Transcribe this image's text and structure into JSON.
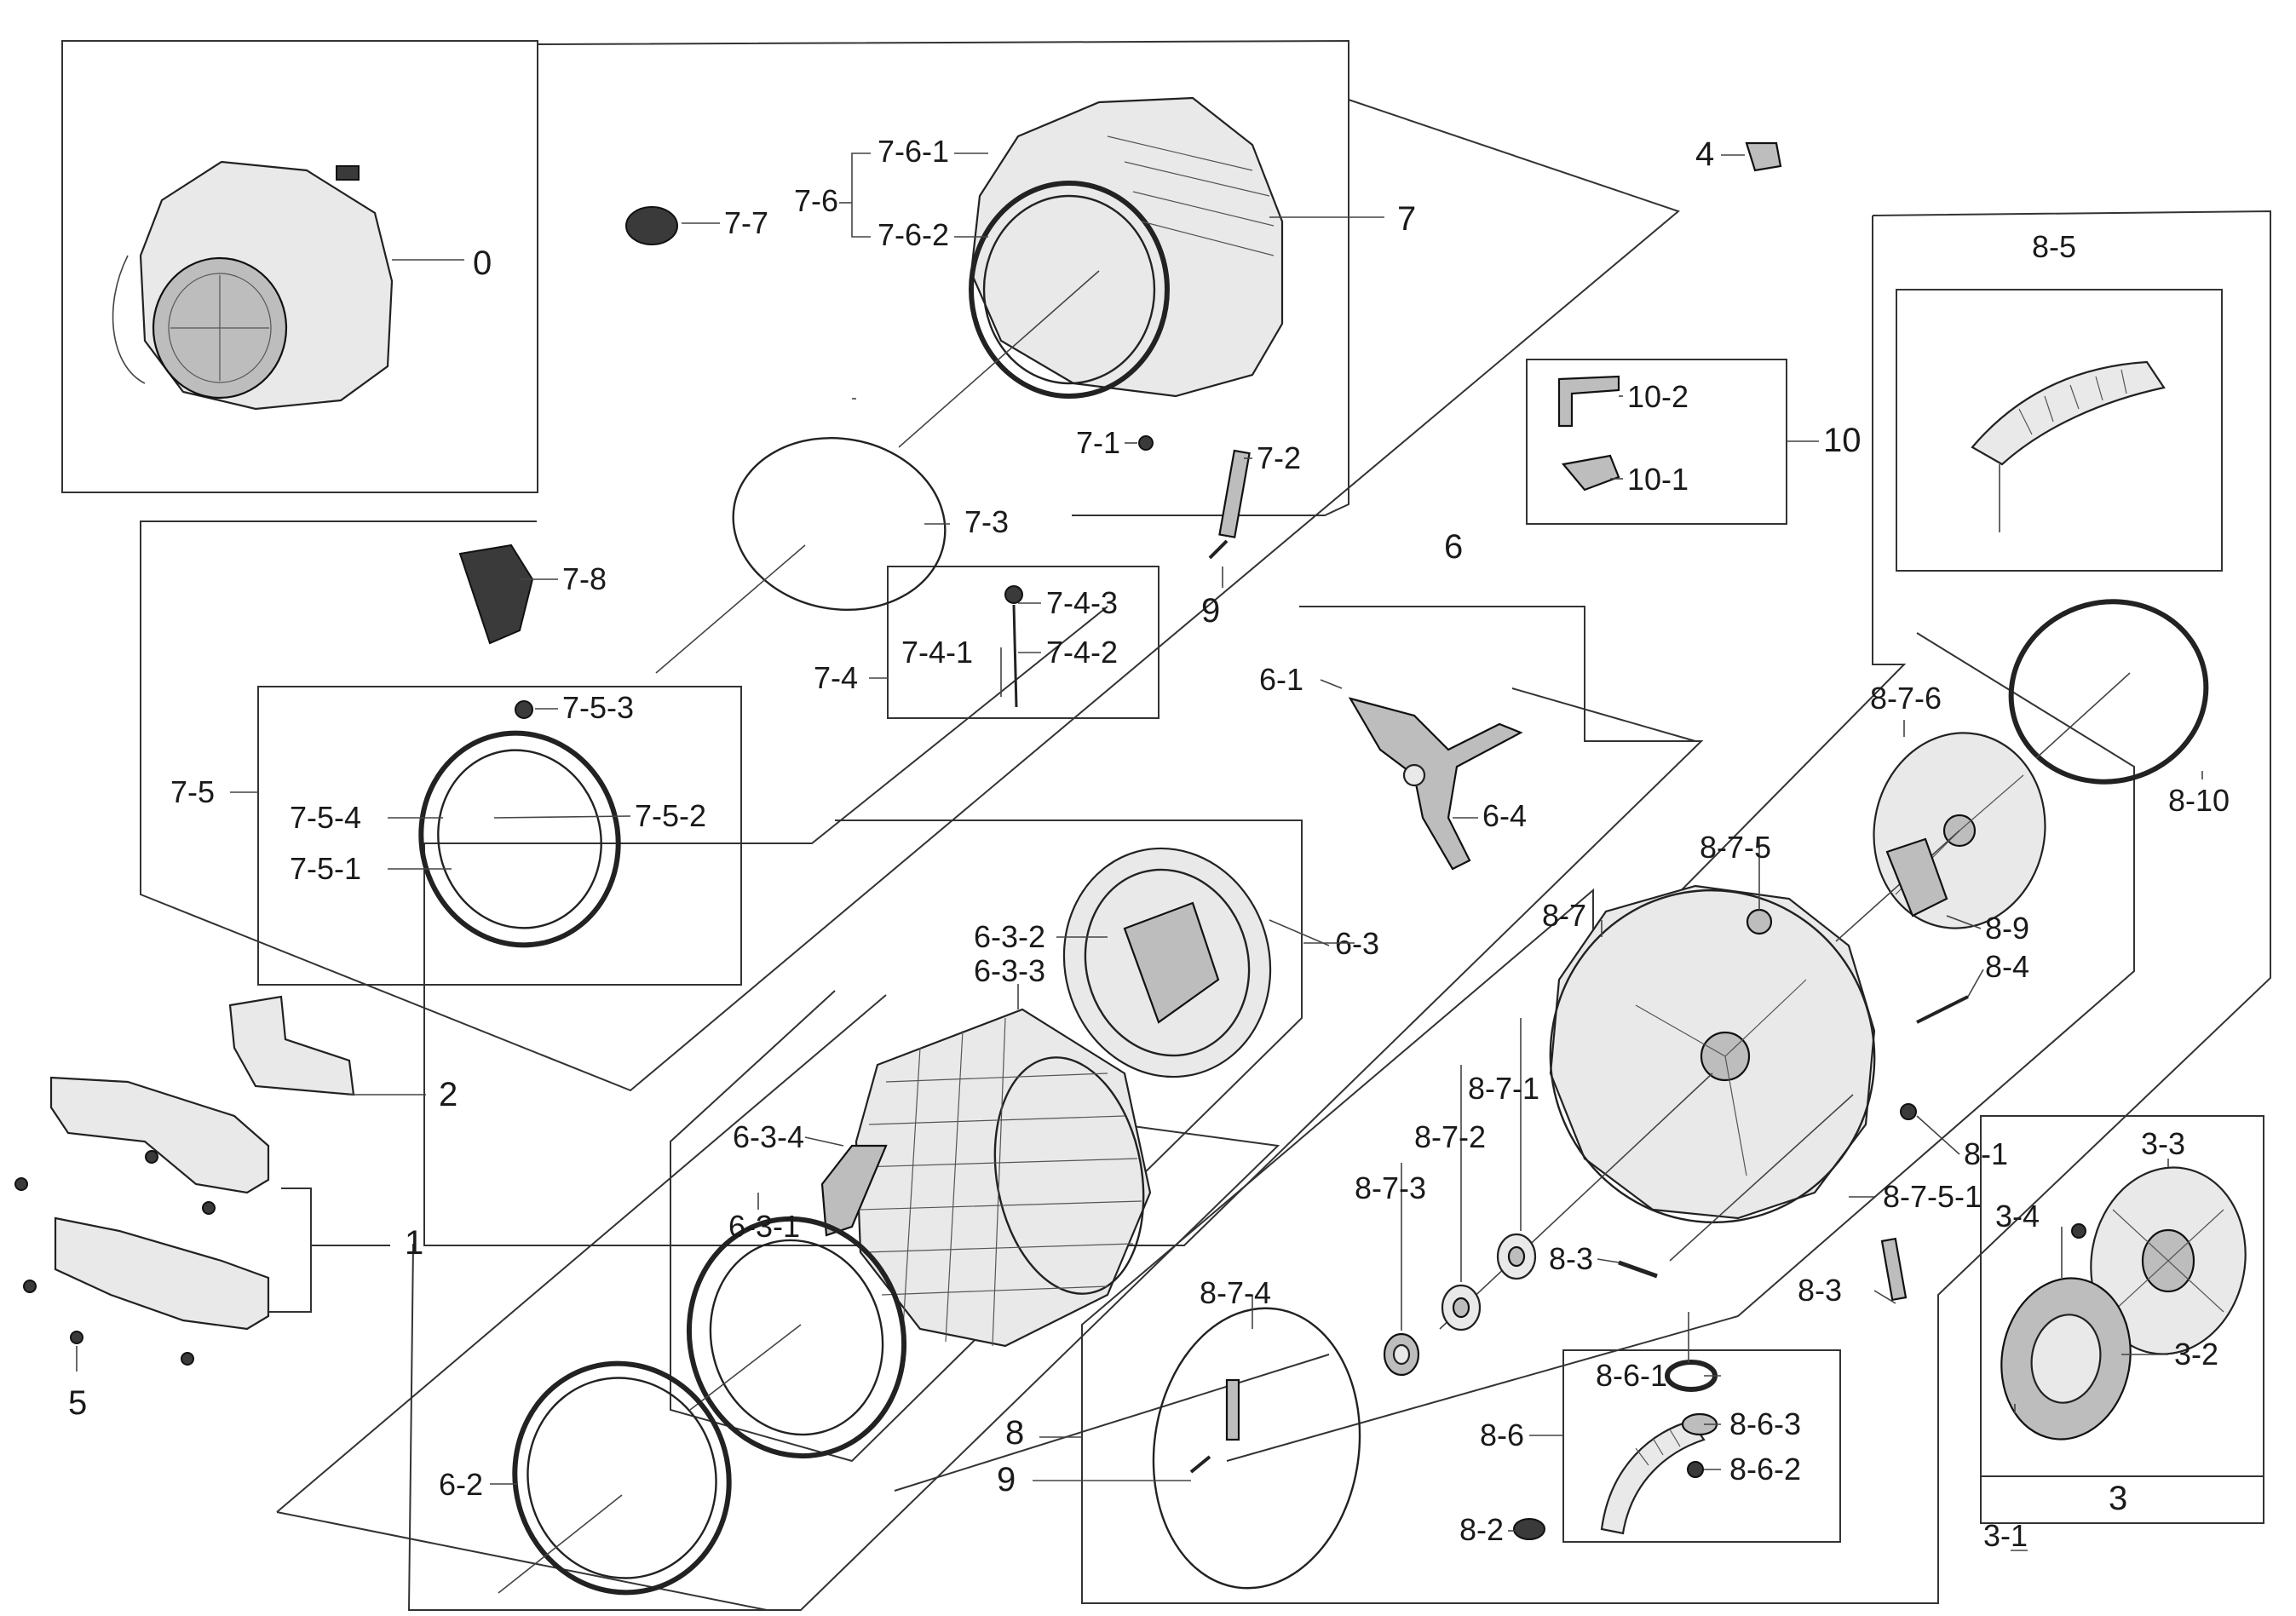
{
  "labels": {
    "l0": "0",
    "l1": "1",
    "l2": "2",
    "l3": "3",
    "l4": "4",
    "l5": "5",
    "l6": "6",
    "l7": "7",
    "l8": "8",
    "l9a": "9",
    "l9b": "9",
    "l10": "10",
    "l3_1": "3-1",
    "l3_2": "3-2",
    "l3_3": "3-3",
    "l3_4": "3-4",
    "l6_1": "6-1",
    "l6_2": "6-2",
    "l6_3": "6-3",
    "l6_4": "6-4",
    "l6_3_1": "6-3-1",
    "l6_3_2": "6-3-2",
    "l6_3_3": "6-3-3",
    "l6_3_4": "6-3-4",
    "l7_1": "7-1",
    "l7_2": "7-2",
    "l7_3": "7-3",
    "l7_4": "7-4",
    "l7_5": "7-5",
    "l7_6": "7-6",
    "l7_7": "7-7",
    "l7_8": "7-8",
    "l7_4_1": "7-4-1",
    "l7_4_2": "7-4-2",
    "l7_4_3": "7-4-3",
    "l7_5_1": "7-5-1",
    "l7_5_2": "7-5-2",
    "l7_5_3": "7-5-3",
    "l7_5_4": "7-5-4",
    "l7_6_1": "7-6-1",
    "l7_6_2": "7-6-2",
    "l8_1": "8-1",
    "l8_2": "8-2",
    "l8_3a": "8-3",
    "l8_3b": "8-3",
    "l8_4": "8-4",
    "l8_5": "8-5",
    "l8_6": "8-6",
    "l8_7": "8-7",
    "l8_9": "8-9",
    "l8_10": "8-10",
    "l8_6_1": "8-6-1",
    "l8_6_2": "8-6-2",
    "l8_6_3": "8-6-3",
    "l8_7_1": "8-7-1",
    "l8_7_2": "8-7-2",
    "l8_7_3": "8-7-3",
    "l8_7_4": "8-7-4",
    "l8_7_5": "8-7-5",
    "l8_7_5_1": "8-7-5-1",
    "l8_7_6": "8-7-6",
    "l10_1": "10-1",
    "l10_2": "10-2"
  }
}
